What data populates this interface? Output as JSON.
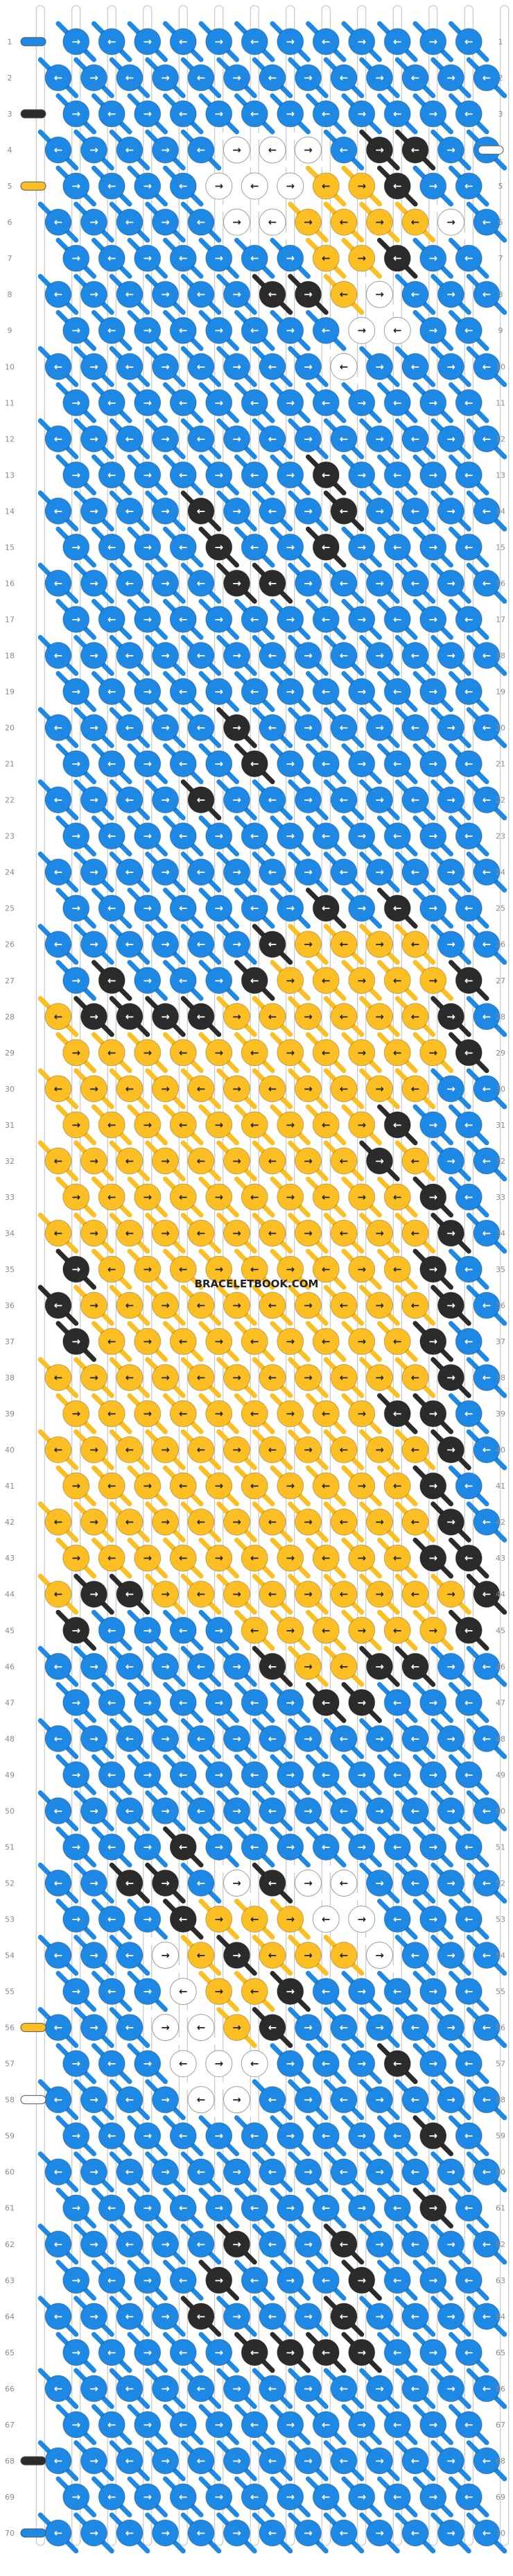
{
  "watermark": "BRACELETBOOK.COM",
  "row_count": 70,
  "palette": {
    "blue": "#1e88e5",
    "yellow": "#fbbf24",
    "black": "#2b2b2b",
    "white": "#ffffff"
  },
  "left_strings": {
    "1": "blue",
    "3": "black",
    "5": "yellow",
    "56": "yellow",
    "58": "white",
    "68": "black",
    "70": "blue"
  },
  "right_strings": {
    "4": "white"
  },
  "knots": {
    "4": "bbbbbwwwbkkbb",
    "5": "bbbbwwwyykbb",
    "6": "bbbbbwwyyyywb",
    "7": "bbbbbbbyykbb",
    "8": "bbbbbbkkywbbb",
    "9": "bbbbbbbbwwbb",
    "10": "bbbbbbbbwbbbb",
    "11": "bbbbbbbbbbbb",
    "12": "bbbbbbbbbbbbb",
    "13": "bbbbbbbkbbbb",
    "14": "bbbbkbbbkbbbb",
    "15": "bbbbkbbkbbbb",
    "16": "bbbbbkkbbbbbb",
    "17": "bbbbbbbbbbbb",
    "18": "bbbbbbbbbbbbb",
    "19": "bbbbbbbbbbbb",
    "20": "bbbbbkbbbbbbb",
    "21": "bbbbbkbbbbbb",
    "22": "bbbbkbbbbbbbb",
    "23": "bbbbbbbbbbbb",
    "24": "bbbbbbbbbbbbb",
    "25": "bbbbbbbkbkbb",
    "26": "bbbbbbkyyyybb",
    "27": "bkbbbkyyyyyk",
    "28": "ykkkkyyyyyykb",
    "29": "yyyyyyyyyyyk",
    "30": "yyyyyyyyyyybb",
    "31": "yyyyyyyyykbb",
    "32": "yyyyyyyyykybb",
    "33": "yyyyyyyyyykb",
    "34": "yyyyyyyyyyykb",
    "35": "kyyyyyyyyykb",
    "36": "kyyyyyyyyyykb",
    "37": "kyyyyyyyyykb",
    "38": "yyyyyyyyyyykb",
    "39": "yyyyyyyyykkb",
    "40": "yyyyyyyyyyykb",
    "41": "yyyyyyyyyykb",
    "42": "yyyyyyyyyyykb",
    "43": "yyyyyyyyyykk",
    "44": "ykkyyyyyyyyyk",
    "45": "kbbbbyyyyyyk",
    "46": "bbbbbbkyykkbb",
    "47": "bbbbbbbkkbbb",
    "48": "bbbbbbbbbbbbb",
    "49": "bbbbbbbbbbbb",
    "50": "bbbbbbbbbbbbb",
    "51": "bbbkbbbbbbbb",
    "52": "bbkkbwkwwbbbb",
    "53": "bbbkyyywwbbb",
    "54": "bbbwykyyywbbb",
    "55": "bbbwyykbbbbb",
    "56": "bbbwwykbbbbbb",
    "57": "bbbwwwbbbkbb",
    "58": "bbbbwwbbbbbbb",
    "59": "bbbbbbbbbbkb",
    "60": "bbbbbbbbbbbbb",
    "61": "bbbbbbbbbbkb",
    "62": "bbbbbkbbkbbbb",
    "63": "bbbbkbbbkbbb",
    "64": "bbbbkbbbkbbbb",
    "65": "bbbbbkkkkbbb",
    "66": "bbbbbbbbbbbbb",
    "67": "bbbbbbbbbbbb",
    "68": "bbbbbbbbbbbbb",
    "69": "bbbbbbbbbbbb",
    "70": "bbbbbbbbbbbbb"
  }
}
